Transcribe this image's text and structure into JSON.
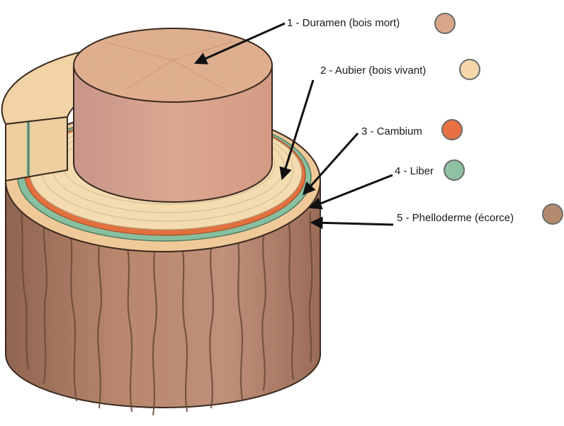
{
  "labels": [
    {
      "text": "1 - Duramen (bois mort)",
      "color": "#d9a68a"
    },
    {
      "text": "2 - Aubier (bois vivant)",
      "color": "#f6d7aa"
    },
    {
      "text": "3 - Cambium",
      "color": "#e87042"
    },
    {
      "text": "4 - Liber",
      "color": "#8ec2a2"
    },
    {
      "text": "5 - Phelloderme (écorce)",
      "color": "#b38a6e"
    }
  ],
  "colors": {
    "heartwood_top": "#dfae8e",
    "heartwood_side": "#d89f86",
    "sapwood": "#f4dcb0",
    "cambium": "#e2703f",
    "phloem": "#87bf9f",
    "bark_top": "#f0c998",
    "bark_side": "#b3826a",
    "grain": "#6b4a37"
  }
}
